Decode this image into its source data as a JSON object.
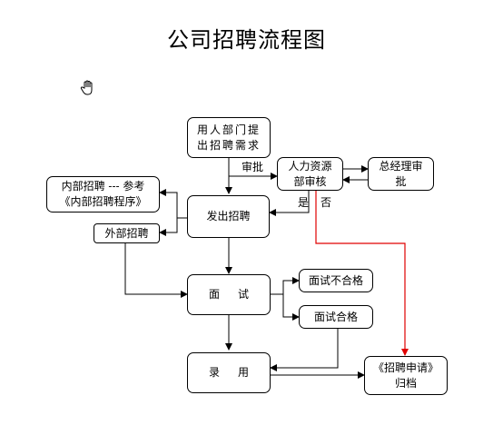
{
  "title": "公司招聘流程图",
  "nodes": {
    "dept_request": {
      "line1": "用人部门提",
      "line2": "出招聘需求"
    },
    "hr_review": {
      "line1": "人力资源",
      "line2": "部审核"
    },
    "gm_approve": {
      "line1": "总经理审",
      "line2": "批"
    },
    "internal": {
      "line1": "内部招聘 --- 参考",
      "line2": "《内部招聘程序》"
    },
    "publish": {
      "label": "发出招聘"
    },
    "external": {
      "label": "外部招聘"
    },
    "interview": {
      "label": "面试"
    },
    "fail": {
      "label": "面试不合格"
    },
    "pass": {
      "label": "面试合格"
    },
    "hire": {
      "label": "录用"
    },
    "archive": {
      "line1": "《招聘申请》",
      "line2": "归档"
    }
  },
  "edge_labels": {
    "approve": "审批",
    "yes": "是",
    "no": "否"
  },
  "colors": {
    "line": "#000000",
    "reject_line": "#e00000"
  }
}
